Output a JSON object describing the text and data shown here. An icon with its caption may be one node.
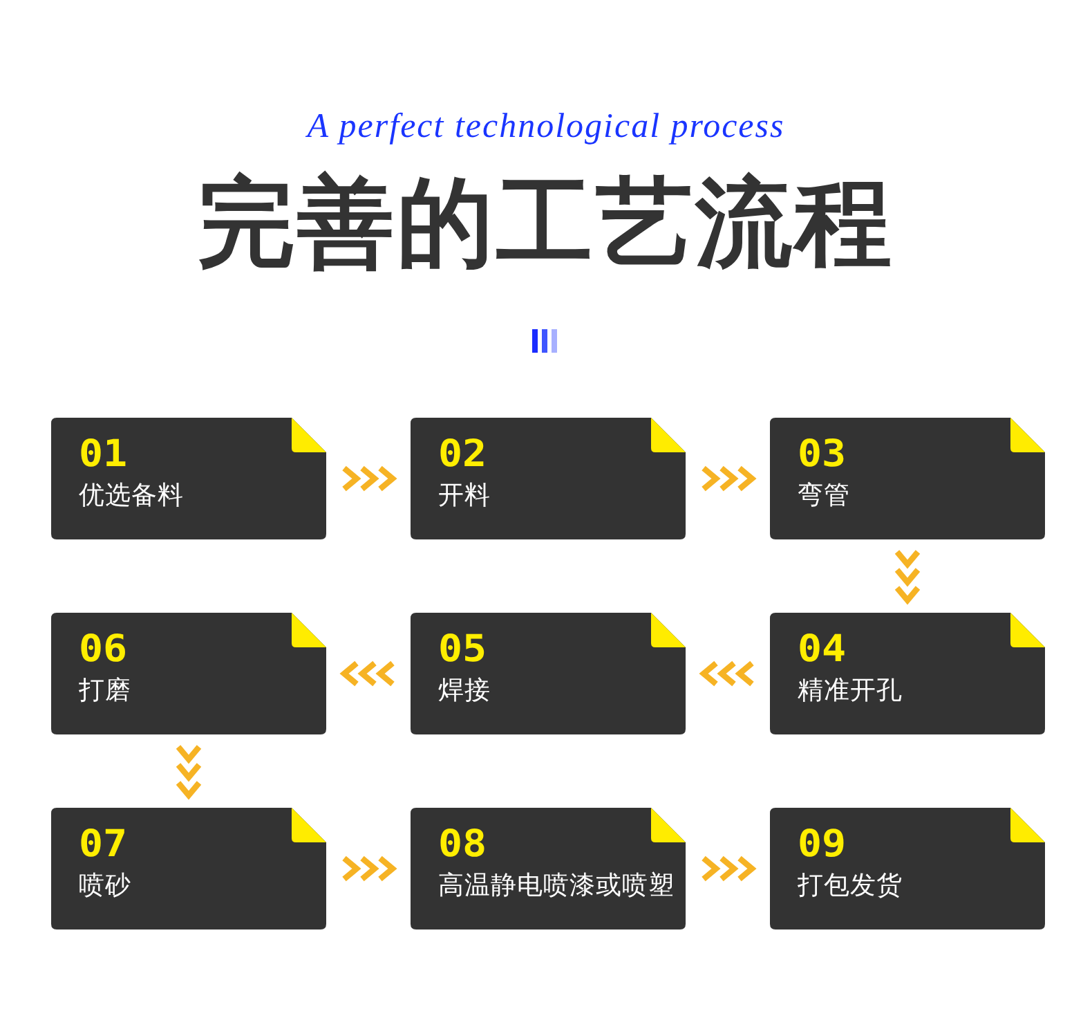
{
  "diagram": {
    "title": "完善的工艺流程",
    "nodes": [
      {
        "text": [
          "01",
          "优选备料"
        ]
      },
      {
        "text": [
          "02",
          "开料"
        ]
      },
      {
        "text": [
          "03",
          "弯管"
        ]
      },
      {
        "text": [
          "04",
          "精准开孔"
        ]
      },
      {
        "text": [
          "05",
          "焊接"
        ]
      },
      {
        "text": [
          "06",
          "打磨"
        ]
      },
      {
        "text": [
          "07",
          "喷砂"
        ]
      },
      {
        "text": [
          "08",
          "高温静电喷漆或喷塑"
        ]
      },
      {
        "text": [
          "09",
          "打包发货"
        ]
      }
    ],
    "edges": [
      {
        "from": 0,
        "to": 1,
        "arrow": "to"
      },
      {
        "from": 1,
        "to": 2,
        "arrow": "to"
      },
      {
        "from": 2,
        "to": 3,
        "arrow": "to"
      },
      {
        "from": 3,
        "to": 4,
        "arrow": "to"
      },
      {
        "from": 4,
        "to": 5,
        "arrow": "to"
      },
      {
        "from": 5,
        "to": 6,
        "arrow": "to"
      },
      {
        "from": 6,
        "to": 7,
        "arrow": "to"
      },
      {
        "from": 7,
        "to": 8,
        "arrow": "to"
      }
    ],
    "labels": [
      "A perfect technological process"
    ]
  }
}
